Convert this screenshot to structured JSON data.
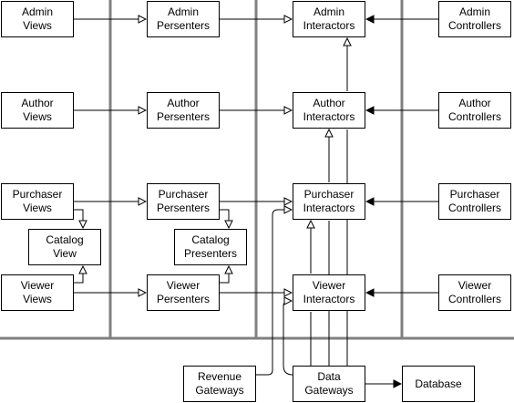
{
  "nodes": {
    "admin_views": "Admin\nViews",
    "admin_presenters": "Admin\nPersenters",
    "admin_interactors": "Admin\nInteractors",
    "admin_controllers": "Admin\nControllers",
    "author_views": "Author\nViews",
    "author_presenters": "Author\nPersenters",
    "author_interactors": "Author\nInteractors",
    "author_controllers": "Author\nControllers",
    "purchaser_views": "Purchaser\nViews",
    "purchaser_presenters": "Purchaser\nPersenters",
    "purchaser_interactors": "Purchaser\nInteractors",
    "purchaser_controllers": "Purchaser\nControllers",
    "catalog_view": "Catalog\nView",
    "catalog_presenters": "Catalog\nPresenters",
    "viewer_views": "Viewer\nViews",
    "viewer_presenters": "Viewer\nPersenters",
    "viewer_interactors": "Viewer\nInteractors",
    "viewer_controllers": "Viewer\nControllers",
    "revenue_gateways": "Revenue\nGateways",
    "data_gateways": "Data\nGateways",
    "database": "Database"
  },
  "colors": {
    "lines": "#000000",
    "boundaries": "#808080",
    "box_fill": "#ffffff"
  }
}
